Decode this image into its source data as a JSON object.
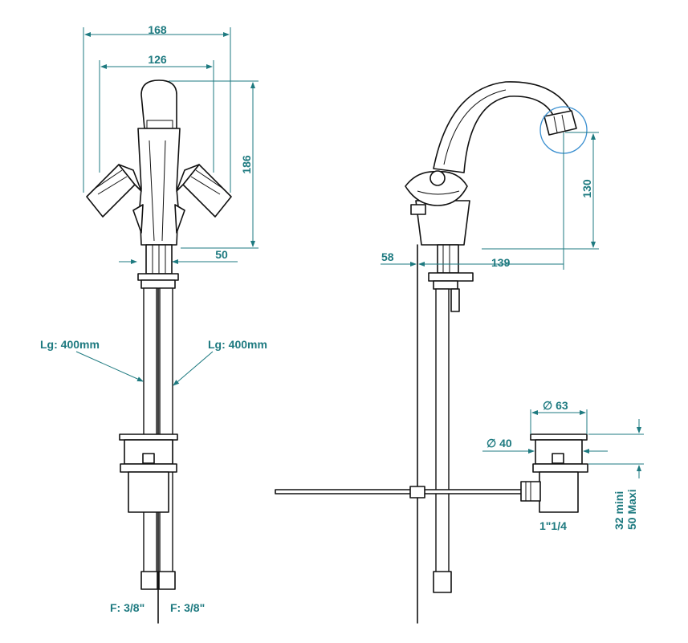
{
  "colors": {
    "dimension": "#1e7a80",
    "outline": "#111111",
    "highlight_circle": "#3a8fd0",
    "background": "#ffffff"
  },
  "front_view": {
    "width_overall": "168",
    "handle_spacing": "126",
    "height": "186",
    "base_offset": "50",
    "hose_left_length": "Lg: 400mm",
    "hose_right_length": "Lg: 400mm",
    "connector_left": "F: 3/8\"",
    "connector_right": "F: 3/8\""
  },
  "side_view": {
    "rear_offset": "58",
    "spout_reach": "139",
    "spout_height": "130"
  },
  "waste": {
    "top_diameter": "∅ 63",
    "body_diameter": "∅ 40",
    "thread": "1\"1/4",
    "depth_min": "32 mini",
    "depth_max": "50 Maxi"
  }
}
